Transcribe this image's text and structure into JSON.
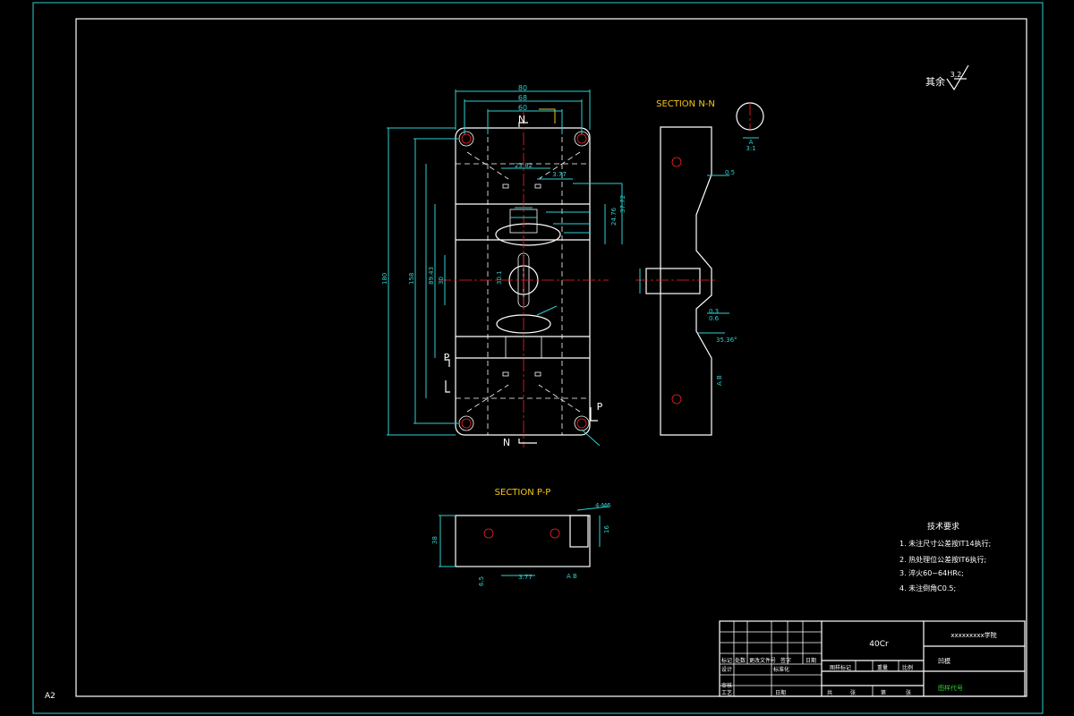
{
  "sheet": {
    "size_label": "A2"
  },
  "views": {
    "section_nn_title": "SECTION N-N",
    "section_pp_title": "SECTION P-P",
    "cut_n": "N",
    "cut_p": "P",
    "detail_label": "A",
    "detail_scale": "3:1"
  },
  "roughness": {
    "prefix": "其余",
    "value": "3.2"
  },
  "dimensions": {
    "top_80": "80",
    "top_68": "68",
    "top_60": "60",
    "d_23_82": "23.82",
    "d_3_77a": "3.77",
    "d_37_72": "37.72",
    "d_24_76": "24.76",
    "d_left_outer": "180",
    "d_left_158": "158",
    "d_left_89": "89.43",
    "d_left_30": "30",
    "d_30_1": "30.1",
    "d_nn_05": "0.5",
    "d_nn_03": "0.3",
    "d_nn_06": "0.6",
    "d_nn_angle": "35.36°",
    "d_nn_ab": "A B",
    "d_pp_38": "38",
    "d_pp_16": "16",
    "d_pp_4m6": "4-M6",
    "d_pp_377": "3.77",
    "d_pp_65": "6.5",
    "d_pp_ab": "A B"
  },
  "tech_req": {
    "title": "技术要求",
    "items": [
      "1. 未注尺寸公差按IT14执行;",
      "2. 热处理位公差按IT6执行;",
      "3. 淬火60~64HRc;",
      "4. 未注倒角C0.5;"
    ]
  },
  "title_block": {
    "material": "40Cr",
    "school": "xxxxxxxxx学院",
    "drawing_name": "凹模",
    "drawing_no": "图样代号",
    "col_labels": [
      "标记",
      "处数",
      "更改文件号",
      "签字",
      "日期"
    ],
    "row_design": "设计",
    "row_std": "标准化",
    "row_review": "审核",
    "row_process": "工艺",
    "row_date": "日期",
    "stage_mark": "图样标记",
    "weight": "重量",
    "scale": "比例",
    "sheets_total": "共",
    "sheet_unit": "张",
    "sheet_no": "第",
    "sheet_unit2": "张"
  }
}
